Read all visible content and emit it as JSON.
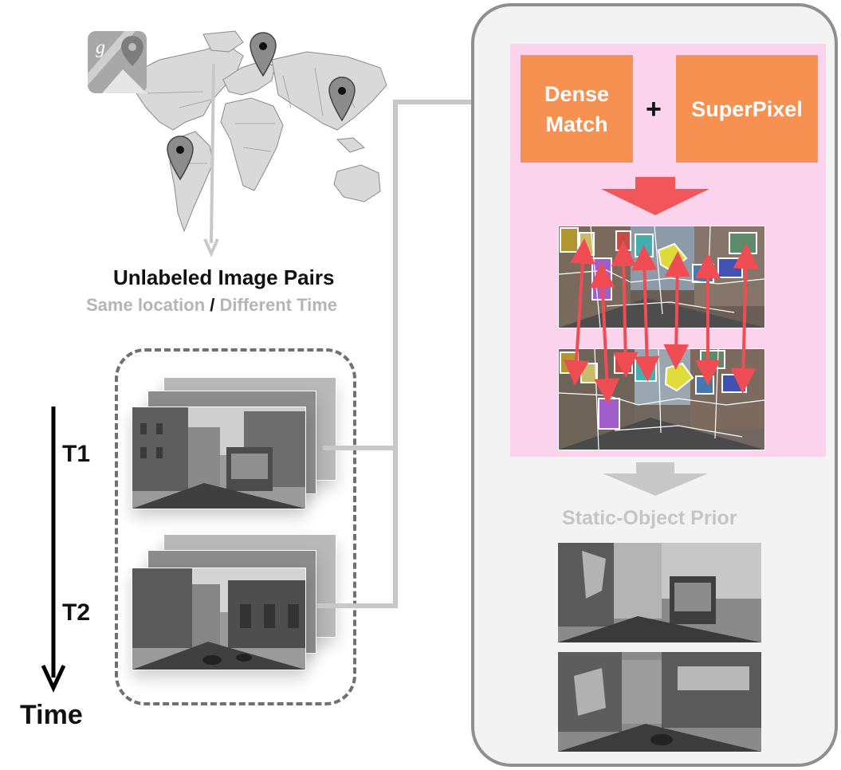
{
  "caption": {
    "title": "Unlabeled Image Pairs",
    "same_location": "Same location",
    "slash": "/",
    "different_time": "Different Time"
  },
  "time_axis": {
    "t1": "T1",
    "t2": "T2",
    "label": "Time"
  },
  "pipeline": {
    "dense_match_line1": "Dense",
    "dense_match_line2": "Match",
    "plus": "+",
    "superpixel": "SuperPixel",
    "output_label": "Static-Object Prior"
  },
  "icons": {
    "maps_app": "google-maps-icon",
    "pins": [
      "map-pin-icon",
      "map-pin-icon",
      "map-pin-icon",
      "map-pin-icon"
    ]
  },
  "colors": {
    "orange": "#f79152",
    "pink": "#fcd3ec",
    "arrow_red": "#f0565a",
    "match_arrow": "#ef4d53",
    "grey_arrow": "#c8c8c8",
    "dashed_border": "#707070"
  }
}
